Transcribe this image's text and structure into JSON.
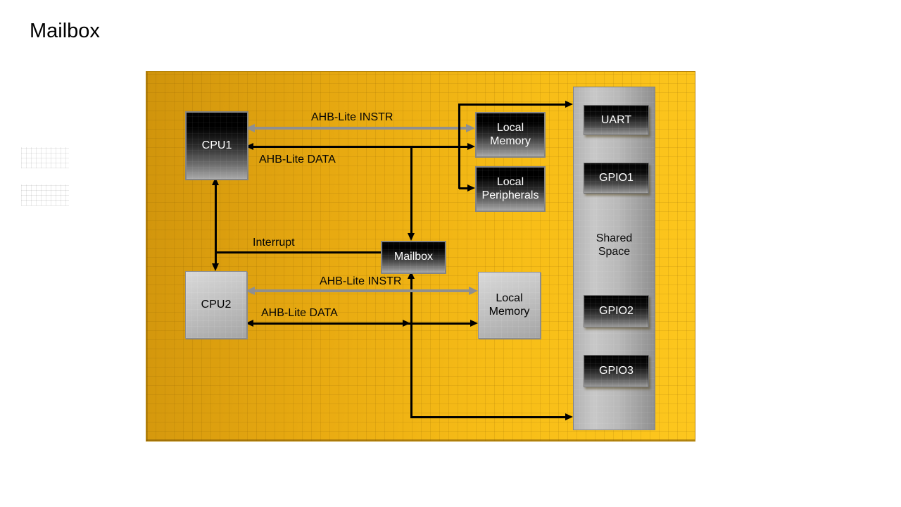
{
  "page": {
    "title": "Mailbox"
  },
  "colors": {
    "canvas_orange_dark": "#d0940c",
    "canvas_orange_light": "#fdc71e",
    "instr_bus_gray": "#8f8f8f",
    "data_bus_black": "#000000",
    "dark_node_top": "#000000",
    "dark_node_bottom": "#a9a9a9",
    "light_node_gray": "#c3c3c3",
    "shared_panel_gray": "#b2b2b2"
  },
  "nodes": {
    "cpu1": {
      "label": "CPU1"
    },
    "cpu2": {
      "label": "CPU2"
    },
    "local_memory_1": {
      "label": "Local Memory"
    },
    "local_peripherals": {
      "label": "Local Peripherals"
    },
    "mailbox": {
      "label": "Mailbox"
    },
    "local_memory_2": {
      "label": "Local Memory"
    },
    "shared_space": {
      "label": "Shared Space"
    },
    "uart": {
      "label": "UART"
    },
    "gpio1": {
      "label": "GPIO1"
    },
    "gpio2": {
      "label": "GPIO2"
    },
    "gpio3": {
      "label": "GPIO3"
    }
  },
  "edge_labels": {
    "cpu1_instr": "AHB-Lite INSTR",
    "cpu1_data": "AHB-Lite DATA",
    "interrupt": "Interrupt",
    "cpu2_instr": "AHB-Lite INSTR",
    "cpu2_data": "AHB-Lite DATA"
  }
}
